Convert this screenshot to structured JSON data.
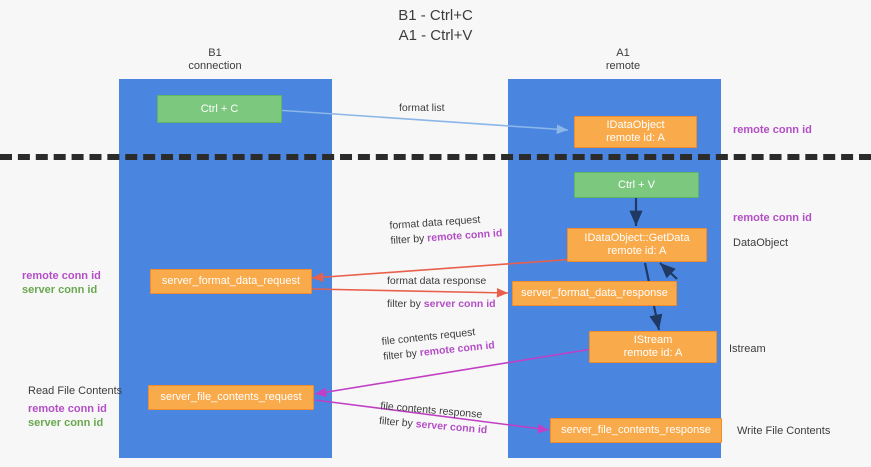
{
  "title": {
    "line1": "B1 - Ctrl+C",
    "line2": "A1 - Ctrl+V"
  },
  "lanes": [
    {
      "name": "B1",
      "sub": "connection"
    },
    {
      "name": "A1",
      "sub": "remote"
    }
  ],
  "nodes": {
    "ctrl_c": {
      "label": "Ctrl + C"
    },
    "idataobject": {
      "label": "IDataObject",
      "sub": "remote id: A"
    },
    "ctrl_v": {
      "label": "Ctrl + V"
    },
    "getdata": {
      "label": "IDataObject::GetData",
      "sub": "remote id: A"
    },
    "server_format_data_request": {
      "label": "server_format_data_request"
    },
    "server_format_data_response": {
      "label": "server_format_data_response"
    },
    "istream": {
      "label": "IStream",
      "sub": "remote id: A"
    },
    "server_file_contents_request": {
      "label": "server_file_contents_request"
    },
    "server_file_contents_response": {
      "label": "server_file_contents_response"
    }
  },
  "edges": {
    "format_list": {
      "line1": "format list"
    },
    "format_data_request": {
      "line1": "format data request",
      "prefix": "filter by ",
      "key": "remote conn id"
    },
    "format_data_response": {
      "line1": "format data response",
      "prefix": "filter by ",
      "key": "server conn id"
    },
    "file_contents_request": {
      "line1": "file contents request",
      "prefix": "filter by ",
      "key": "remote conn id"
    },
    "file_contents_response": {
      "line1": "file contents response",
      "prefix": "filter by ",
      "key": "server conn id"
    }
  },
  "annotations": {
    "right_remote_conn_top": "remote conn id",
    "right_remote_conn_mid": "remote conn id",
    "right_dataobject": "DataObject",
    "right_istream": "Istream",
    "right_write_file_contents": "Write File Contents",
    "left_remote_conn_id": "remote conn id",
    "left_server_conn_id": "server conn id",
    "left_read_file_contents": "Read File Contents",
    "left_remote_conn_id_2": "remote conn id",
    "left_server_conn_id_2": "server conn id"
  },
  "colors": {
    "lane": "#4a86e0",
    "node_orange": "#f9aa4b",
    "node_green": "#7dc87f",
    "key_purple": "#b44ec6",
    "key_green": "#6aa84f",
    "arrow_blue": "#8ab6e8",
    "arrow_red": "#e8604c",
    "arrow_magenta": "#c13fc4",
    "arrow_dark": "#1f3864",
    "divider": "#2b2b2b"
  }
}
